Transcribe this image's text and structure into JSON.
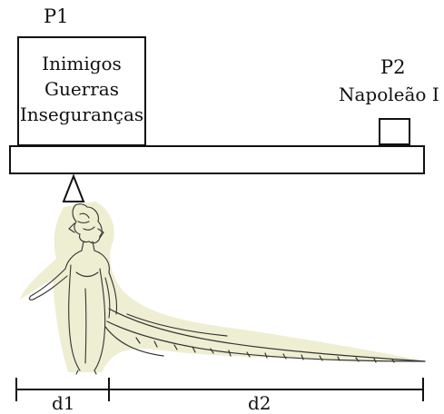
{
  "diagram": {
    "weight_left": {
      "label": "P1",
      "items": [
        "Inimigos",
        "Guerras",
        "Inseguranças"
      ]
    },
    "weight_right": {
      "label": "P2",
      "name": "Napoleão I"
    },
    "distance_left": "d1",
    "distance_right": "d2",
    "colors": {
      "stroke": "#111111",
      "figure_fill": "#eeeed2",
      "background": "#ffffff"
    }
  }
}
